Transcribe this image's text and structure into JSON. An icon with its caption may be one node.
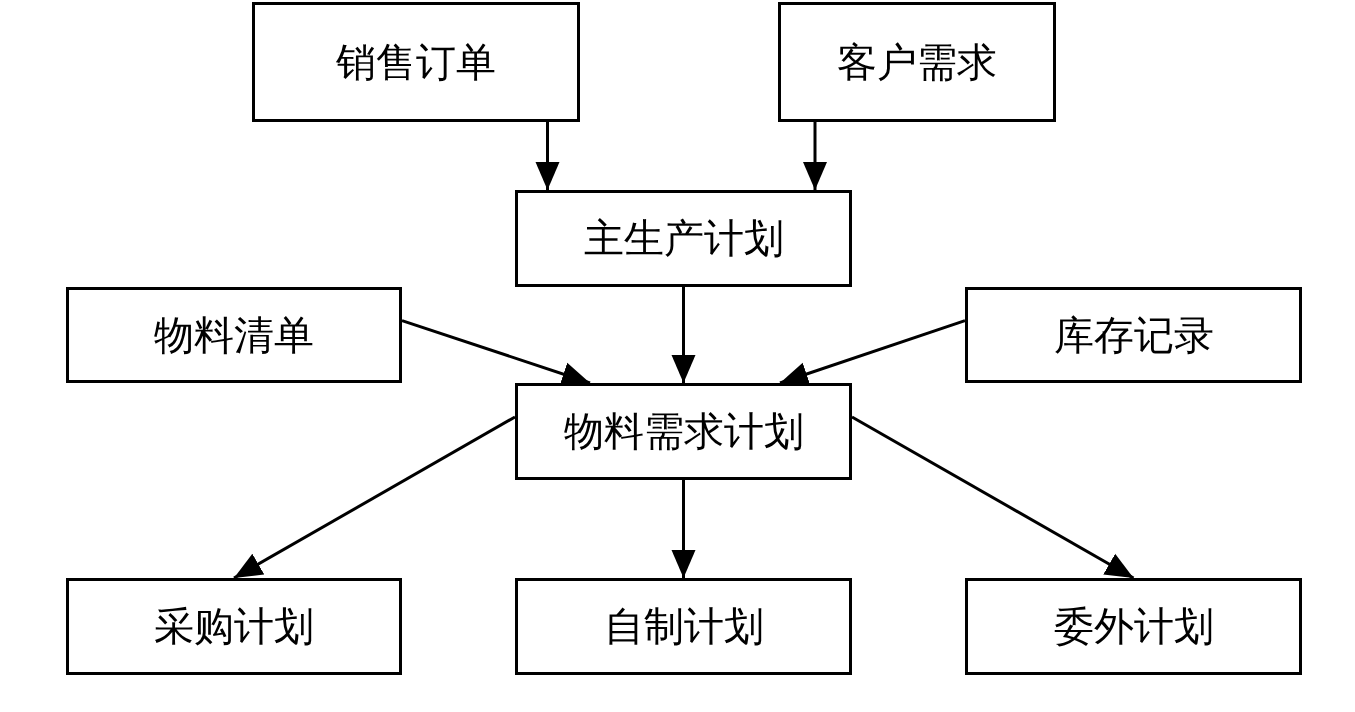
{
  "diagram": {
    "nodes": [
      {
        "text": [
          "销售订单"
        ]
      },
      {
        "text": [
          "客户需求"
        ]
      },
      {
        "text": [
          "主生产计划"
        ]
      },
      {
        "text": [
          "物料清单"
        ]
      },
      {
        "text": [
          "库存记录"
        ]
      },
      {
        "text": [
          "物料需求计划"
        ]
      },
      {
        "text": [
          "采购计划"
        ]
      },
      {
        "text": [
          "自制计划"
        ]
      },
      {
        "text": [
          "委外计划"
        ]
      }
    ],
    "edges": [
      {
        "from": 0,
        "to": 2,
        "arrow": "to"
      },
      {
        "from": 1,
        "to": 2,
        "arrow": "to"
      },
      {
        "from": 2,
        "to": 5,
        "arrow": "to"
      },
      {
        "from": 3,
        "to": 5,
        "arrow": "to"
      },
      {
        "from": 4,
        "to": 5,
        "arrow": "to"
      },
      {
        "from": 5,
        "to": 6,
        "arrow": "to"
      },
      {
        "from": 5,
        "to": 7,
        "arrow": "to"
      },
      {
        "from": 5,
        "to": 8,
        "arrow": "to"
      }
    ]
  }
}
